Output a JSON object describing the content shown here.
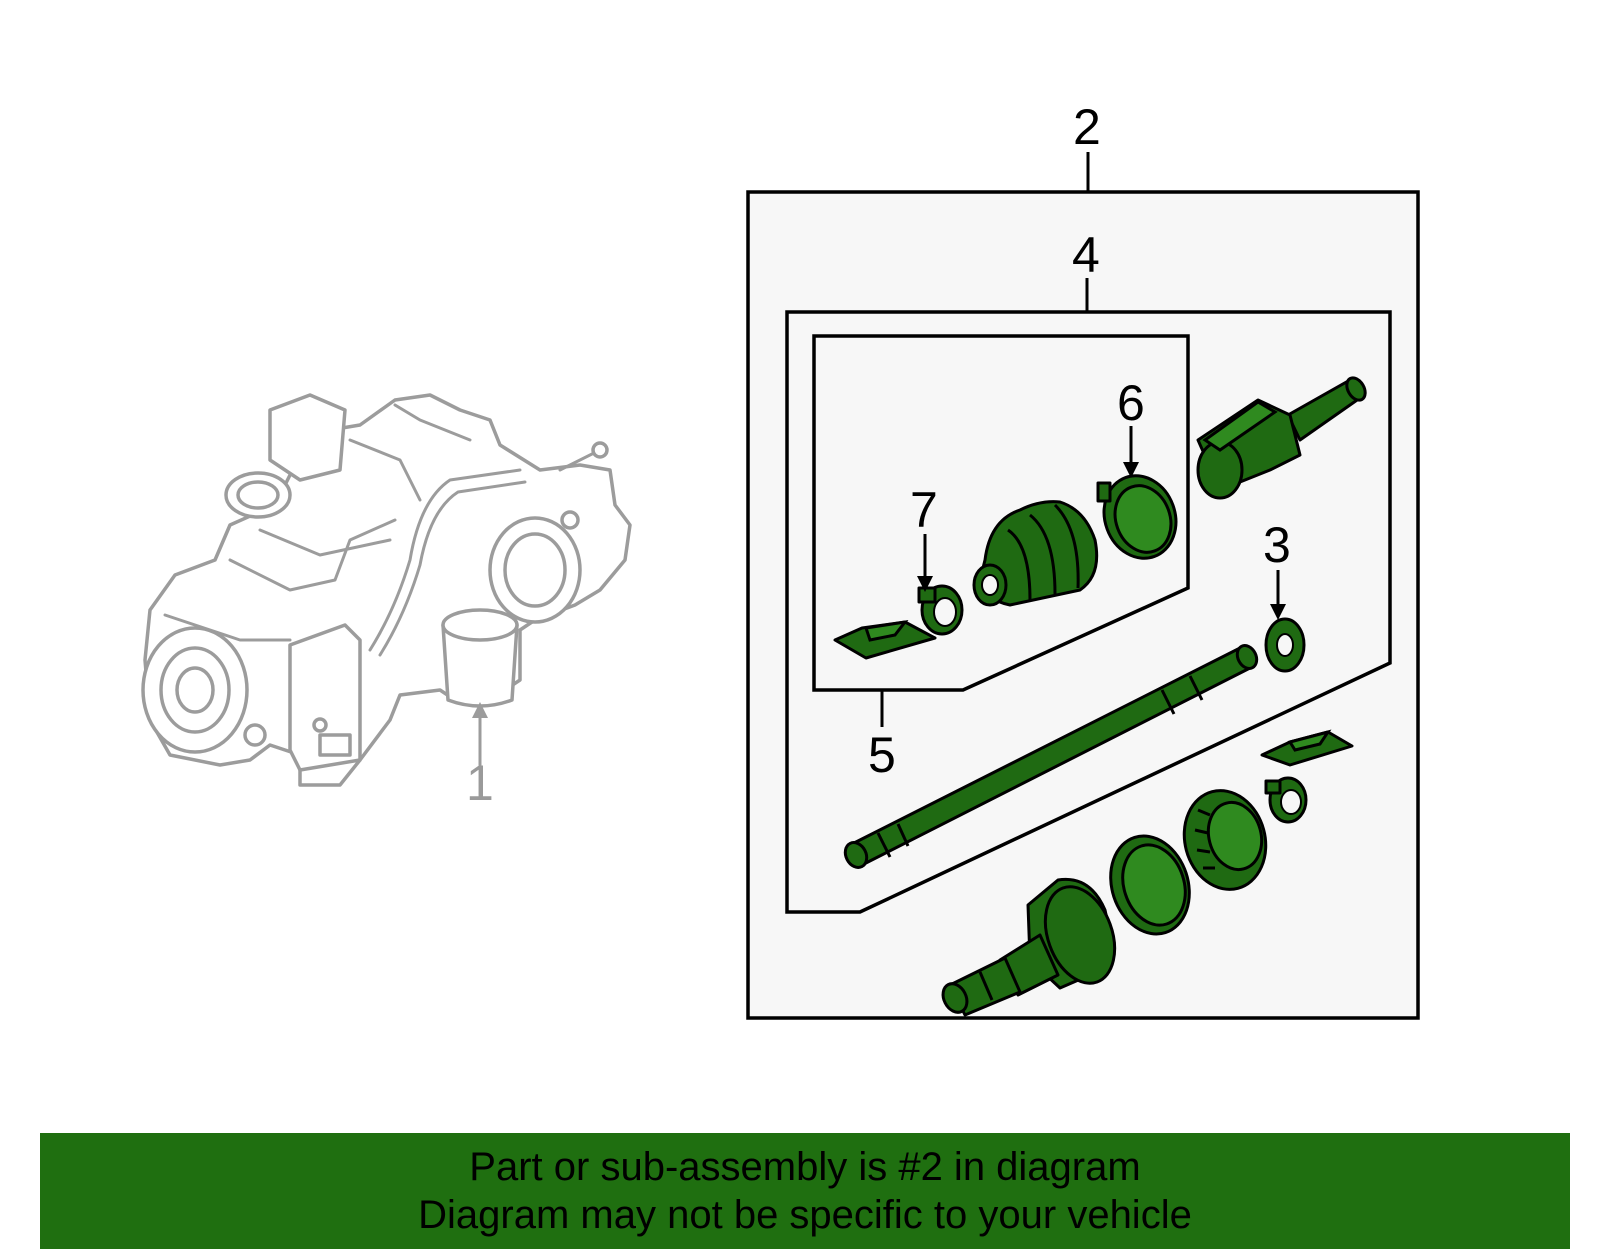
{
  "callouts": {
    "c1": "1",
    "c2": "2",
    "c3": "3",
    "c4": "4",
    "c5": "5",
    "c6": "6",
    "c7": "7"
  },
  "banner": {
    "line1": "Part or sub-assembly is #2 in diagram",
    "line2": "Diagram may not be specific to your vehicle"
  },
  "colors": {
    "part_fill": "#1f6a12",
    "banner_bg": "#1f6f10",
    "ghost_stroke": "#9c9c9c"
  }
}
